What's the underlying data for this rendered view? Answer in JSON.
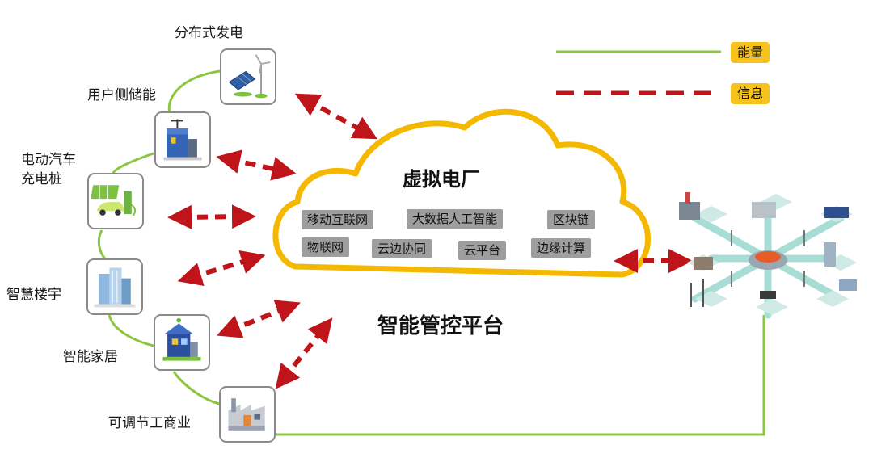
{
  "nodes": [
    {
      "label": "分布式发电",
      "icon": "solar-wind-icon"
    },
    {
      "label": "用户侧储能",
      "icon": "energy-storage-icon"
    },
    {
      "label": "电动汽车\n充电桩",
      "icon": "ev-charging-icon"
    },
    {
      "label": "智慧楼宇",
      "icon": "smart-building-icon"
    },
    {
      "label": "智能家居",
      "icon": "smart-home-icon"
    },
    {
      "label": "可调节工商业",
      "icon": "factory-icon"
    }
  ],
  "cloud": {
    "title": "虚拟电厂",
    "tags": [
      "移动互联网",
      "大数据人工智能",
      "区块链",
      "物联网",
      "云边协同",
      "云平台",
      "边缘计算"
    ]
  },
  "platform_title": "智能管控平台",
  "legend": {
    "energy": {
      "label": "能量",
      "color": "#8cc63f"
    },
    "info": {
      "label": "信息",
      "color": "#c0141b"
    }
  },
  "colors": {
    "cloud_outline": "#f5b800",
    "badge": "#f7c21b",
    "tag_bg": "#9e9e9e"
  }
}
